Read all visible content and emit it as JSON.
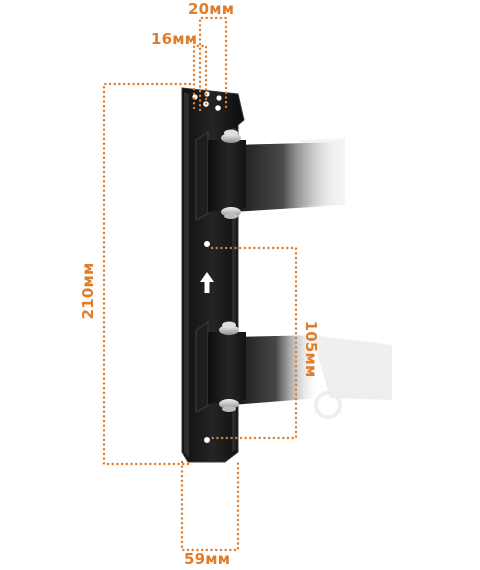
{
  "colors": {
    "dimension": "#e07c2a",
    "bracket": "#1b1b1b",
    "bracket_edge": "#3a3a3a",
    "arm": "#161616",
    "hole": "#ffffff",
    "bolt": "#c9c9c9",
    "background": "#ffffff"
  },
  "dimensions": {
    "top_hole_spacing_outer": "20мм",
    "top_hole_spacing_inner": "16мм",
    "plate_height": "210мм",
    "arm_spacing": "105мм",
    "plate_width": "59мм"
  }
}
